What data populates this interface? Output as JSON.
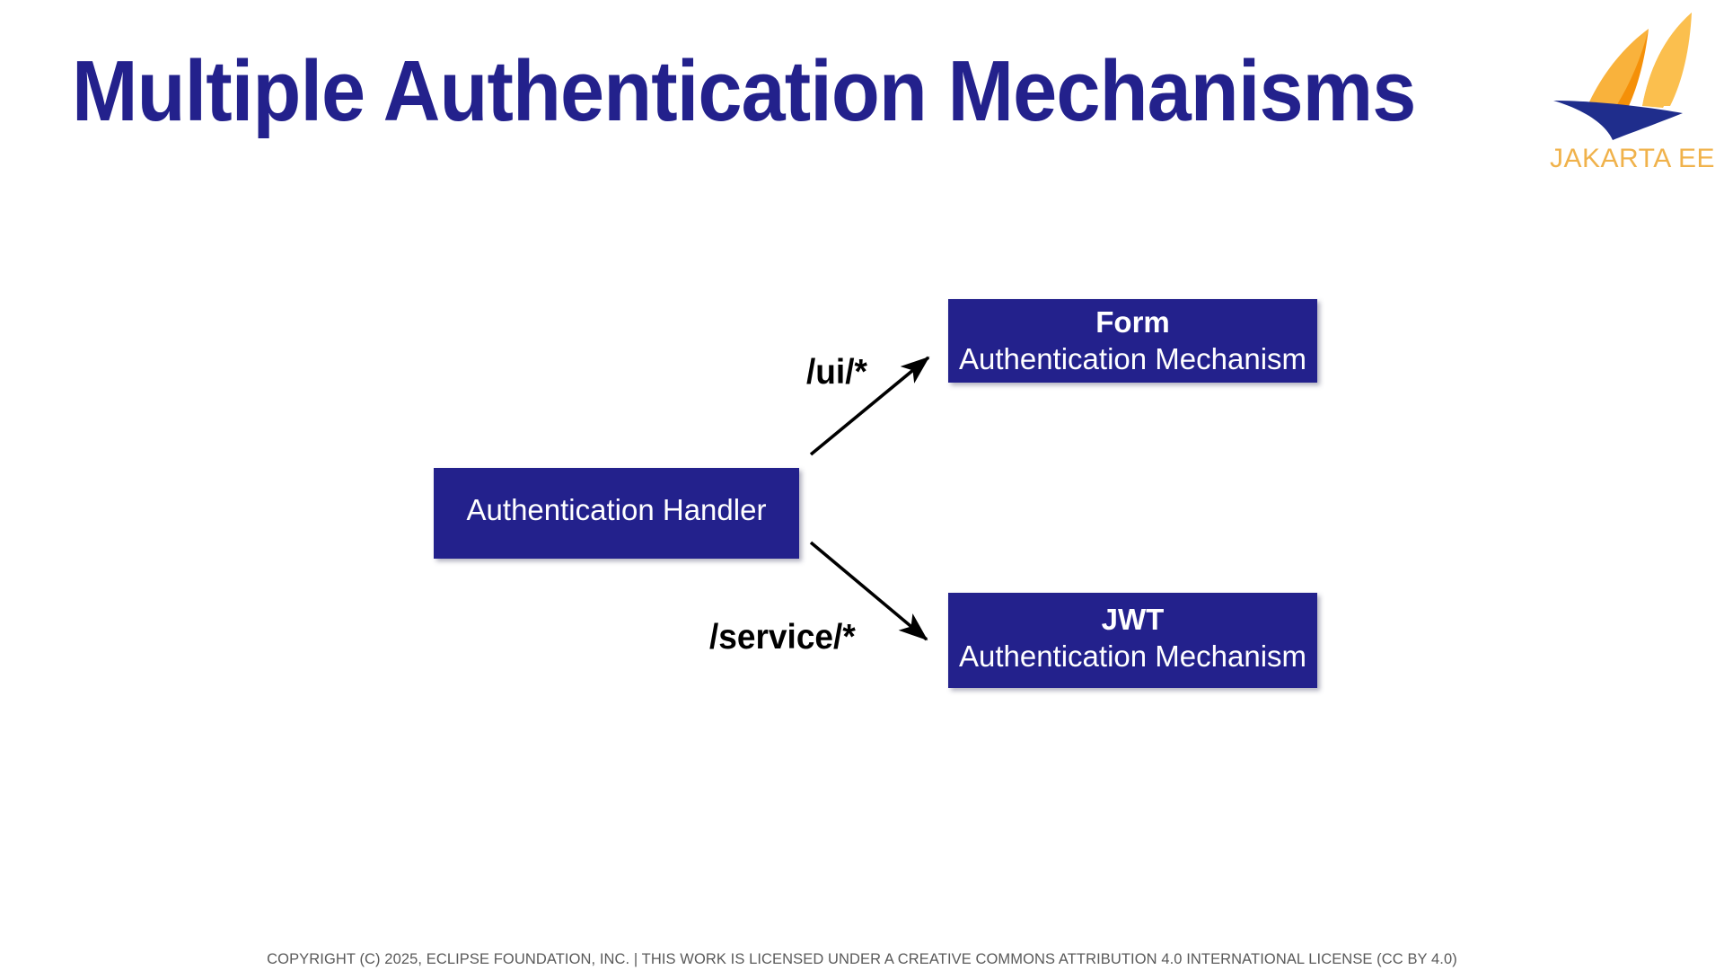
{
  "slide": {
    "title": "Multiple Authentication Mechanisms",
    "background_color": "#FFFFFF",
    "brand_navy": "#23218C",
    "brand_amber": "#F0B24B"
  },
  "logo": {
    "name": "jakarta-ee-logo",
    "wordmark": "JAKARTA EE",
    "sail_light_color": "#F9B23C",
    "sail_mid_color": "#FBBF4E",
    "sail_dark_color": "#F59008",
    "hull_color": "#1F2D8C",
    "wordmark_color": "#F0B24B"
  },
  "diagram": {
    "type": "flow",
    "nodes": [
      {
        "id": "handler",
        "title": "",
        "subtitle": "Authentication Handler",
        "fill": "#23218C",
        "text_color": "#FFFFFF"
      },
      {
        "id": "form",
        "title": "Form",
        "subtitle": "Authentication Mechanism",
        "fill": "#23218C",
        "text_color": "#FFFFFF"
      },
      {
        "id": "jwt",
        "title": "JWT",
        "subtitle": "Authentication Mechanism",
        "fill": "#23218C",
        "text_color": "#FFFFFF"
      }
    ],
    "edges": [
      {
        "id": "edge-ui",
        "from": "handler",
        "to": "form",
        "label": "/ui/*",
        "color": "#000000"
      },
      {
        "id": "edge-service",
        "from": "handler",
        "to": "jwt",
        "label": "/service/*",
        "color": "#000000"
      }
    ]
  },
  "footer": {
    "text": "COPYRIGHT (C) 2025, ECLIPSE FOUNDATION, INC. | THIS WORK IS LICENSED UNDER A CREATIVE COMMONS ATTRIBUTION 4.0 INTERNATIONAL LICENSE (CC BY 4.0)"
  }
}
